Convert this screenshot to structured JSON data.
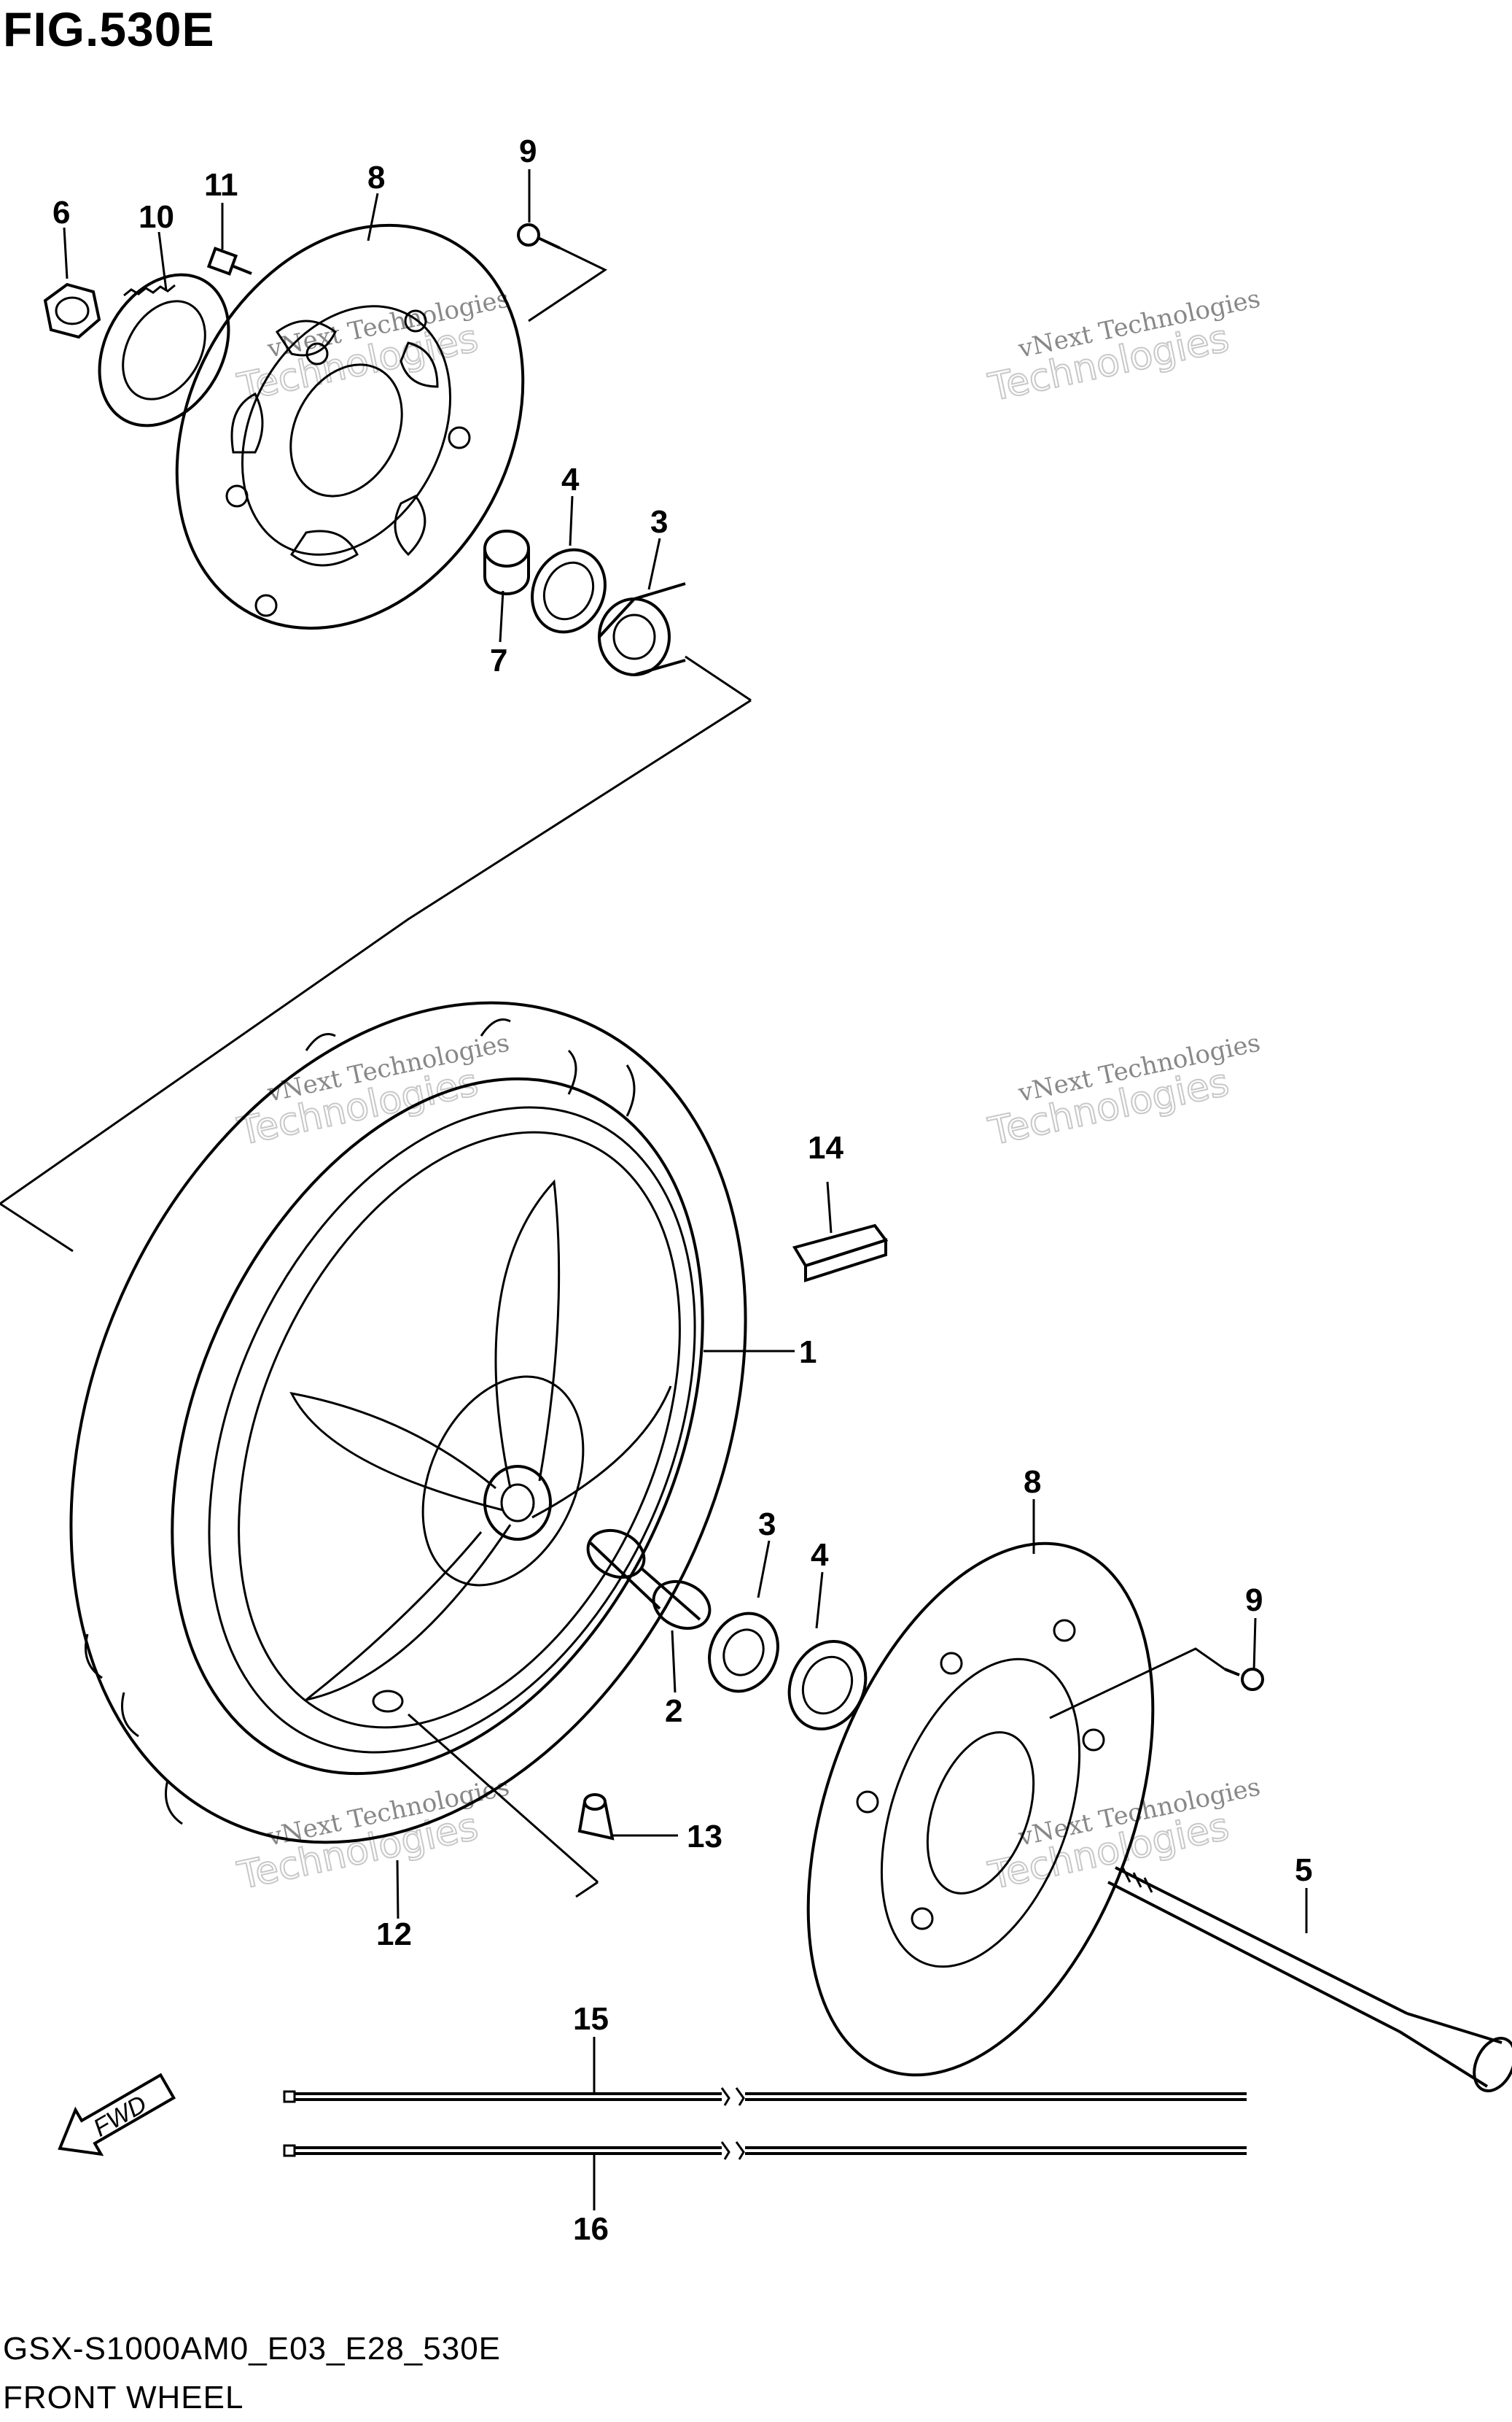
{
  "figure": {
    "title": "FIG.530E",
    "code": "GSX-S1000AM0_E03_E28_530E",
    "caption": "FRONT WHEEL"
  },
  "direction_marker": {
    "label": "FWD",
    "icon": "arrow-left-down-icon"
  },
  "watermark": {
    "line1": "vNext Technologies",
    "line2": "Technologies"
  },
  "callouts": [
    {
      "id": "c6",
      "label": "6"
    },
    {
      "id": "c10",
      "label": "10"
    },
    {
      "id": "c11",
      "label": "11"
    },
    {
      "id": "c8a",
      "label": "8"
    },
    {
      "id": "c9a",
      "label": "9"
    },
    {
      "id": "c4a",
      "label": "4"
    },
    {
      "id": "c3a",
      "label": "3"
    },
    {
      "id": "c7",
      "label": "7"
    },
    {
      "id": "c14",
      "label": "14"
    },
    {
      "id": "c1",
      "label": "1"
    },
    {
      "id": "c8b",
      "label": "8"
    },
    {
      "id": "c3b",
      "label": "3"
    },
    {
      "id": "c4b",
      "label": "4"
    },
    {
      "id": "c9b",
      "label": "9"
    },
    {
      "id": "c2",
      "label": "2"
    },
    {
      "id": "c13",
      "label": "13"
    },
    {
      "id": "c12",
      "label": "12"
    },
    {
      "id": "c5",
      "label": "5"
    },
    {
      "id": "c15",
      "label": "15"
    },
    {
      "id": "c16",
      "label": "16"
    }
  ]
}
